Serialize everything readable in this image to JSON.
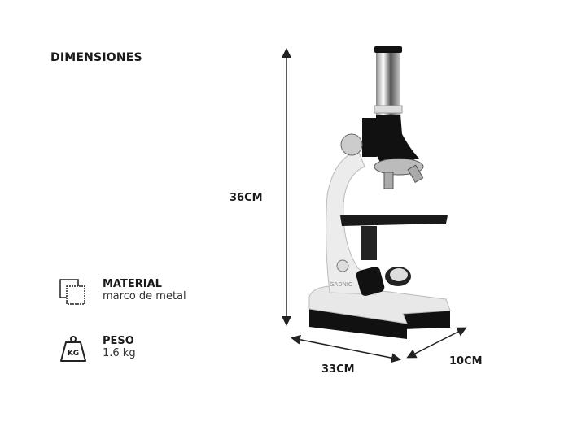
{
  "title": "DIMENSIONES",
  "dimensions": {
    "height": "36CM",
    "width": "33CM",
    "depth": "10CM"
  },
  "features": [
    {
      "label": "MATERIAL",
      "value": "marco de metal",
      "icon": "material-icon"
    },
    {
      "label": "PESO",
      "value": "1.6 kg",
      "icon": "weight-icon",
      "icon_text": "KG"
    }
  ],
  "product": {
    "brand": "GADNIC"
  }
}
